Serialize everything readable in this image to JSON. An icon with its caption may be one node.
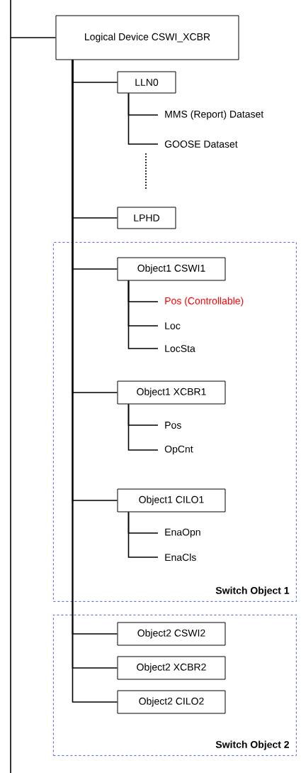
{
  "diagram": {
    "nodes": [
      {
        "text": [
          "Logical Device CSWI_XCBR"
        ]
      },
      {
        "text": [
          "LLN0"
        ]
      },
      {
        "text": [
          "MMS (Report) Dataset"
        ]
      },
      {
        "text": [
          "GOOSE Dataset"
        ]
      },
      {
        "text": [
          "LPHD"
        ]
      },
      {
        "text": [
          "Switch Object 1"
        ]
      },
      {
        "text": [
          "Object1 CSWI1"
        ],
        "in": 5
      },
      {
        "text": [
          "Pos (Controllable)"
        ],
        "in": 5
      },
      {
        "text": [
          "Loc"
        ],
        "in": 5
      },
      {
        "text": [
          "LocSta"
        ],
        "in": 5
      },
      {
        "text": [
          "Object1 XCBR1"
        ],
        "in": 5
      },
      {
        "text": [
          "Pos"
        ],
        "in": 5
      },
      {
        "text": [
          "OpCnt"
        ],
        "in": 5
      },
      {
        "text": [
          "Object1 CILO1"
        ],
        "in": 5
      },
      {
        "text": [
          "EnaOpn"
        ],
        "in": 5
      },
      {
        "text": [
          "EnaCls"
        ],
        "in": 5
      },
      {
        "text": [
          "Switch Object 2"
        ]
      },
      {
        "text": [
          "Object2 CSWI2"
        ],
        "in": 16
      },
      {
        "text": [
          "Object2 XCBR2"
        ],
        "in": 16
      },
      {
        "text": [
          "Object2 CILO2"
        ],
        "in": 16
      }
    ],
    "edges": [
      {
        "from": null,
        "to": 0,
        "arrow": "none"
      },
      {
        "from": 0,
        "to": 1,
        "arrow": "none"
      },
      {
        "from": 0,
        "to": 4,
        "arrow": "none"
      },
      {
        "from": 0,
        "to": 6,
        "arrow": "none"
      },
      {
        "from": 0,
        "to": 10,
        "arrow": "none"
      },
      {
        "from": 0,
        "to": 13,
        "arrow": "none"
      },
      {
        "from": 0,
        "to": 17,
        "arrow": "none"
      },
      {
        "from": 0,
        "to": 18,
        "arrow": "none"
      },
      {
        "from": 0,
        "to": 19,
        "arrow": "none"
      },
      {
        "from": 1,
        "to": 2,
        "arrow": "none"
      },
      {
        "from": 1,
        "to": 3,
        "arrow": "none"
      },
      {
        "from": 6,
        "to": 7,
        "arrow": "none"
      },
      {
        "from": 6,
        "to": 8,
        "arrow": "none"
      },
      {
        "from": 6,
        "to": 9,
        "arrow": "none"
      },
      {
        "from": 10,
        "to": 11,
        "arrow": "none"
      },
      {
        "from": 10,
        "to": 12,
        "arrow": "none"
      },
      {
        "from": 13,
        "to": 14,
        "arrow": "none"
      },
      {
        "from": 13,
        "to": 15,
        "arrow": "none"
      }
    ]
  }
}
